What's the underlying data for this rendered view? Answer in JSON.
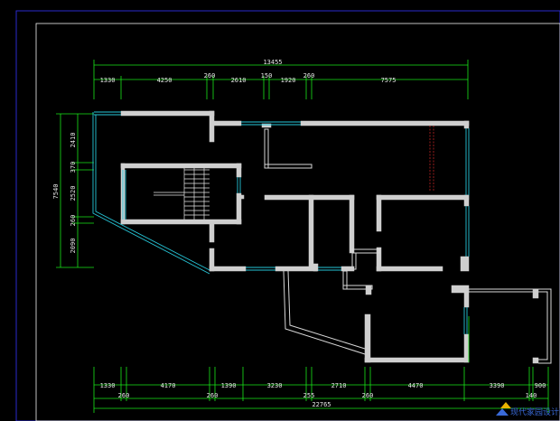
{
  "top_dims": {
    "total": "13455",
    "segments": [
      "1330",
      "4250",
      "260",
      "2610",
      "150",
      "1920",
      "260",
      "7575"
    ]
  },
  "left_dims": {
    "total": "7540",
    "segments": [
      "2410",
      "370",
      "2520",
      "260",
      "2090"
    ]
  },
  "bottom_dims": {
    "row1": [
      "1330",
      "4170",
      "1390",
      "3230",
      "2710",
      "4470",
      "3390",
      "900"
    ],
    "row2": [
      "260",
      "260",
      "255",
      "260",
      "140"
    ],
    "total": "22765"
  },
  "watermark": "现代家园设计网",
  "colors": {
    "background": "#000000",
    "dimension": "#19e619",
    "wall": "#d8d8d8",
    "window": "#26c6d8",
    "frame": "#2a2acc",
    "rail": "#d62828"
  }
}
